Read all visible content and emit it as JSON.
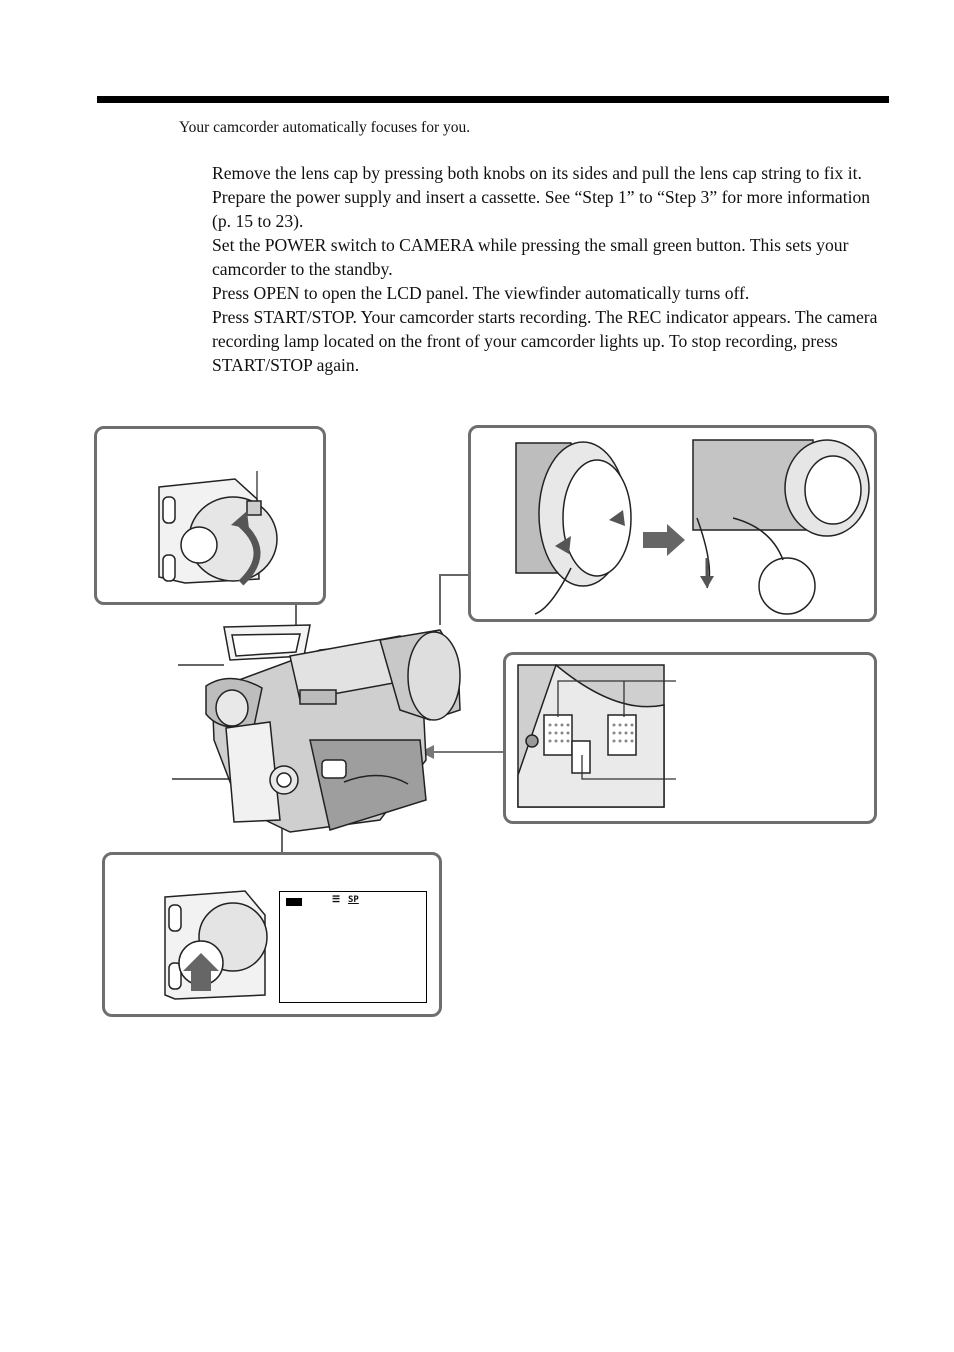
{
  "intro": "Your camcorder automatically focuses for you.",
  "steps": [
    "Remove the lens cap by pressing both knobs on its sides and pull the lens cap string to fix it.",
    "Prepare the power supply and insert a cassette. See “Step 1” to “Step 3” for more information (p. 15 to 23).",
    "Set the POWER switch to CAMERA while pressing the small green button. This sets your camcorder to the standby.",
    "Press OPEN to open the LCD panel. The viewfinder automatically turns off.",
    "Press START/STOP. Your camcorder starts recording. The REC indicator appears. The camera recording lamp located on the front of your camcorder lights up. To stop recording, press START/STOP again."
  ],
  "lcd_display": {
    "tape_indicator": "☰",
    "mode": "SP"
  }
}
